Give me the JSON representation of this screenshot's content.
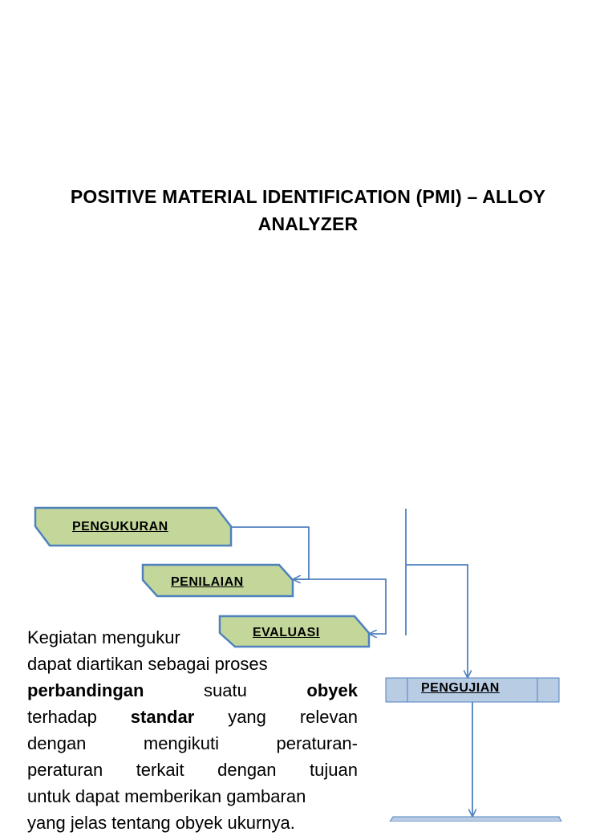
{
  "title": {
    "line1": "POSITIVE MATERIAL IDENTIFICATION (PMI) – ALLOY",
    "line2": "ANALYZER"
  },
  "diagram": {
    "pengukuran": "PENGUKURAN",
    "penilaian": "PENILAIAN",
    "evaluasi": "EVALUASI",
    "pengujian": "PENGUJIAN"
  },
  "paragraph": {
    "l1": "Kegiatan mengukur",
    "l2": "dapat diartikan sebagai proses",
    "l3": [
      "perbandingan",
      "suatu",
      "obyek"
    ],
    "l4": [
      "terhadap",
      "standar",
      "yang",
      "relevan"
    ],
    "l5": [
      "dengan",
      "mengikuti",
      "peraturan-"
    ],
    "l6": [
      "peraturan",
      "terkait",
      "dengan",
      "tujuan"
    ],
    "l7": "untuk dapat memberikan gambaran",
    "l8": "yang jelas tentang obyek ukurnya."
  },
  "colors": {
    "shape_fill": "#c4d79b",
    "shape_stroke": "#4f81bd",
    "box_fill": "#b8cce4",
    "arrow": "#4f81bd"
  }
}
